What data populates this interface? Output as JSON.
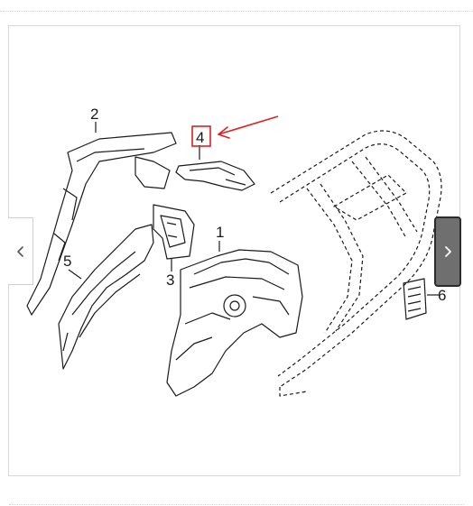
{
  "viewer": {
    "prev_button": {
      "icon": "chevron-left-icon"
    },
    "next_button": {
      "icon": "chevron-right-icon"
    },
    "diagram": {
      "callouts": {
        "c1": "1",
        "c2": "2",
        "c3": "3",
        "c4": "4",
        "c5": "5",
        "c6": "6"
      },
      "highlight_color": "#e02020",
      "line_color": "#1a1a1a"
    }
  },
  "colors": {
    "next_button_bg": "#6f6f6f",
    "border": "#d8d8d8"
  }
}
